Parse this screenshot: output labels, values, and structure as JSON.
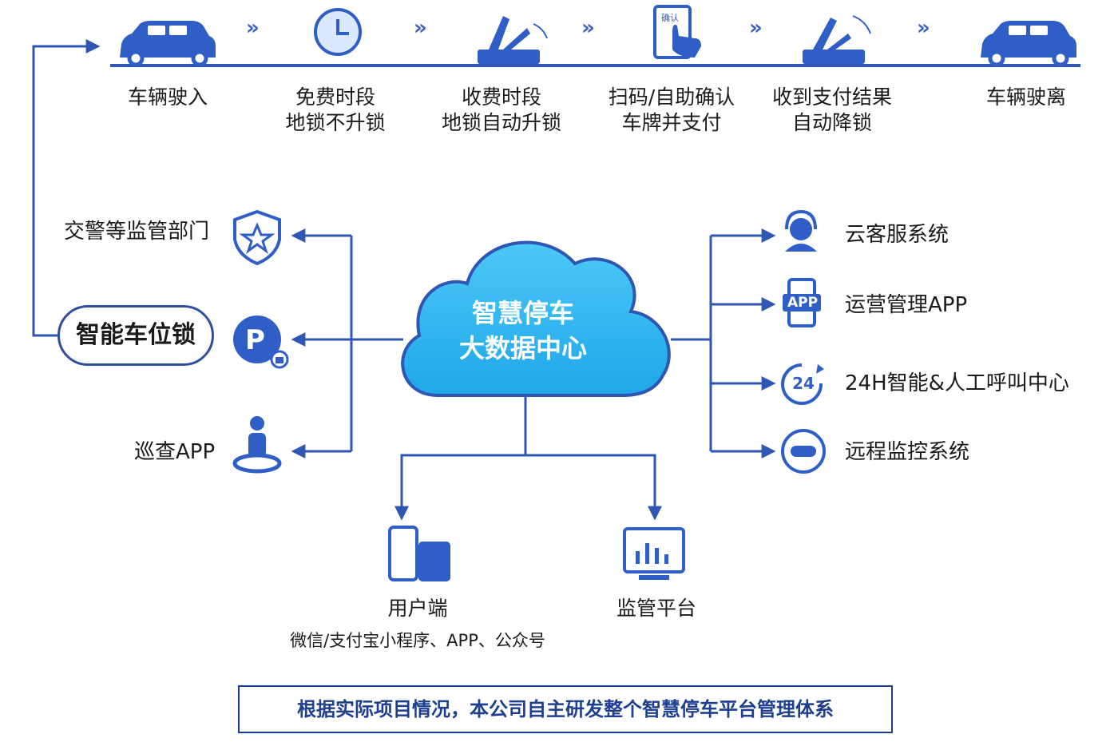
{
  "colors": {
    "accent": "#2f5fc6",
    "line": "#2f56b3",
    "cloud": "#22b0ef",
    "footer": "#1e3f8f"
  },
  "flow": [
    {
      "icon": "car-icon",
      "lines": [
        "车辆驶入"
      ]
    },
    {
      "icon": "clock-icon",
      "lines": [
        "免费时段",
        "地锁不升锁"
      ]
    },
    {
      "icon": "lock-raise-icon",
      "lines": [
        "收费时段",
        "地锁自动升锁"
      ]
    },
    {
      "icon": "phone-scan-icon",
      "lines": [
        "扫码/自助确认",
        "车牌并支付"
      ]
    },
    {
      "icon": "lock-lower-icon",
      "lines": [
        "收到支付结果",
        "自动降锁"
      ]
    },
    {
      "icon": "car-icon",
      "lines": [
        "车辆驶离"
      ]
    }
  ],
  "phone_screen_text": "确认",
  "center": {
    "line1": "智慧停车",
    "line2": "大数据中心"
  },
  "left": {
    "traffic": "交警等监管部门",
    "lock": "智能车位锁",
    "patrol": "巡查APP",
    "parking_icon_text": "P"
  },
  "right": [
    {
      "icon": "headset-agent-icon",
      "label": "云客服系统"
    },
    {
      "icon": "app-phone-icon",
      "label": "运营管理APP",
      "icon_text": "APP"
    },
    {
      "icon": "24h-icon",
      "label": "24H智能&人工呼叫中心",
      "icon_text": "24"
    },
    {
      "icon": "monitor-face-icon",
      "label": "远程监控系统"
    }
  ],
  "bottom": {
    "user": {
      "title": "用户端",
      "sub": "微信/支付宝小程序、APP、公众号"
    },
    "supervise": {
      "title": "监管平台"
    }
  },
  "footer": "根据实际项目情况，本公司自主研发整个智慧停车平台管理体系"
}
